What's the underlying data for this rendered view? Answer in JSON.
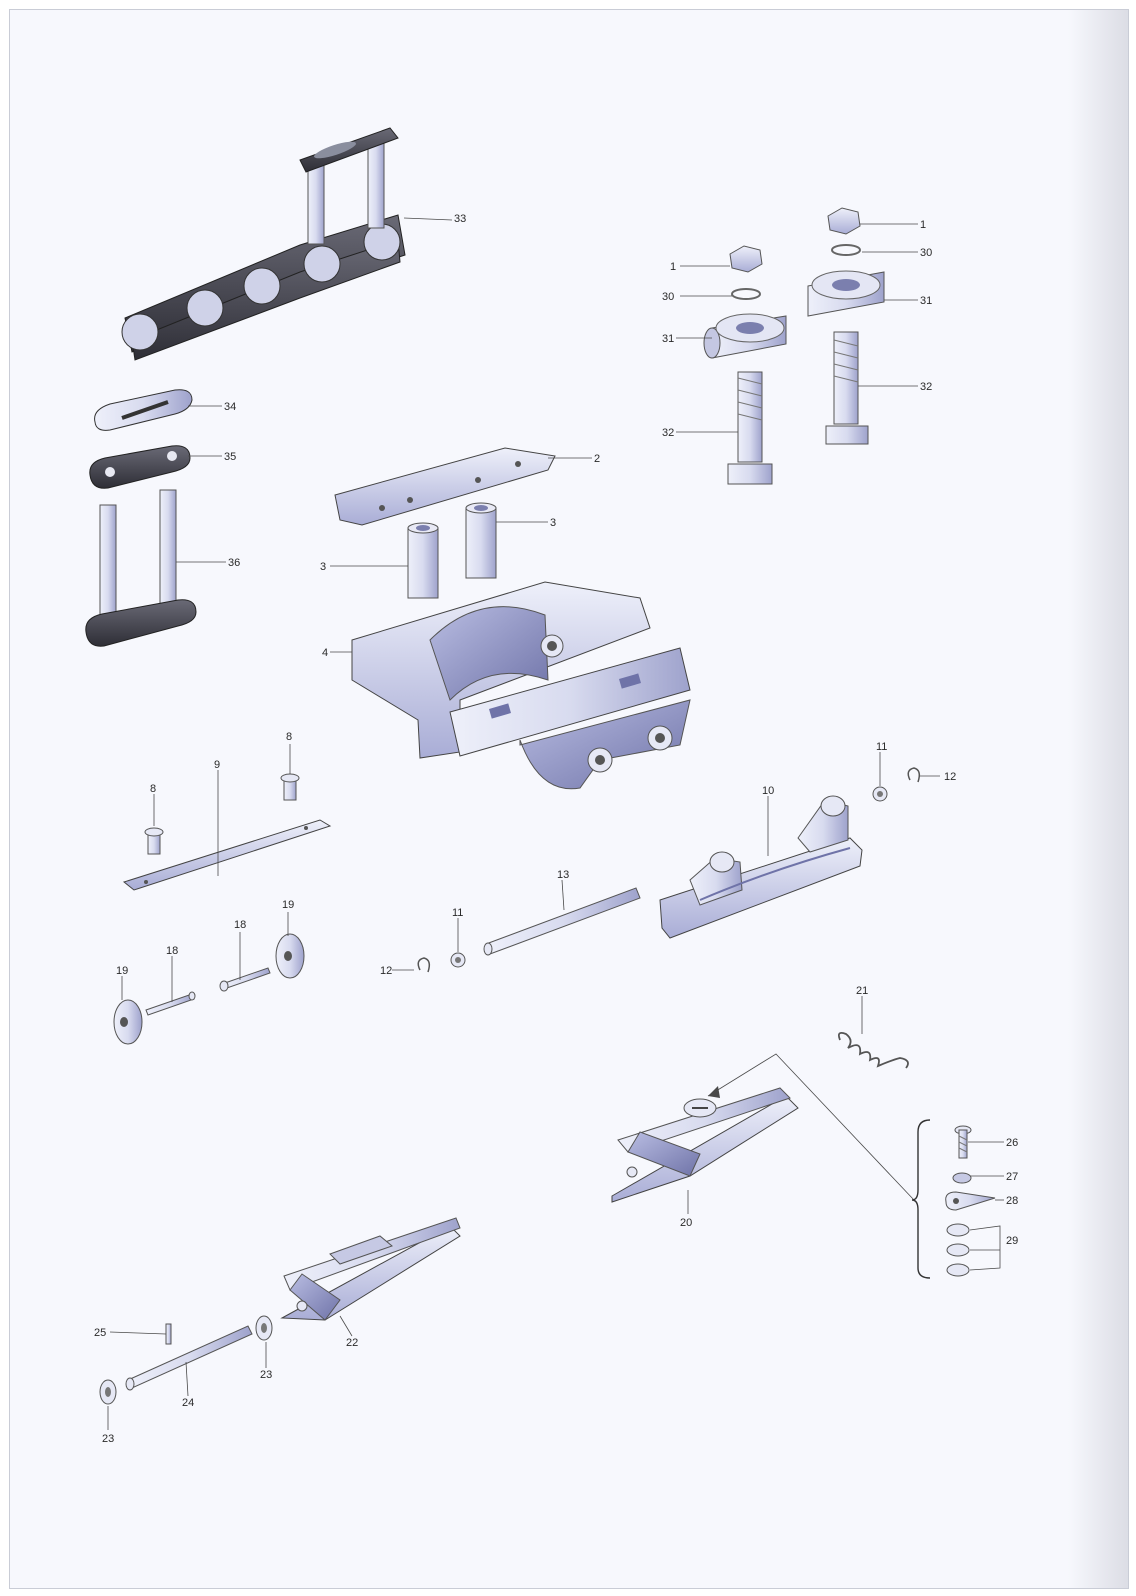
{
  "colors": {
    "page": "#f7f8fd",
    "metal_light": "#eef0fa",
    "metal_mid": "#c6c9e4",
    "metal_dark": "#6f73a8",
    "chain_dark": "#3a3a44",
    "line": "#4a4a4a"
  },
  "parts": [
    {
      "id": "p1a",
      "label": "1"
    },
    {
      "id": "p1b",
      "label": "1"
    },
    {
      "id": "p30a",
      "label": "30"
    },
    {
      "id": "p30b",
      "label": "30"
    },
    {
      "id": "p31a",
      "label": "31"
    },
    {
      "id": "p31b",
      "label": "31"
    },
    {
      "id": "p32a",
      "label": "32"
    },
    {
      "id": "p32b",
      "label": "32"
    },
    {
      "id": "p33",
      "label": "33"
    },
    {
      "id": "p34",
      "label": "34"
    },
    {
      "id": "p35",
      "label": "35"
    },
    {
      "id": "p36",
      "label": "36"
    },
    {
      "id": "p2",
      "label": "2"
    },
    {
      "id": "p3a",
      "label": "3"
    },
    {
      "id": "p3b",
      "label": "3"
    },
    {
      "id": "p4",
      "label": "4"
    },
    {
      "id": "p8a",
      "label": "8"
    },
    {
      "id": "p8b",
      "label": "8"
    },
    {
      "id": "p9",
      "label": "9"
    },
    {
      "id": "p10",
      "label": "10"
    },
    {
      "id": "p11a",
      "label": "11"
    },
    {
      "id": "p11b",
      "label": "11"
    },
    {
      "id": "p12a",
      "label": "12"
    },
    {
      "id": "p12b",
      "label": "12"
    },
    {
      "id": "p13",
      "label": "13"
    },
    {
      "id": "p18a",
      "label": "18"
    },
    {
      "id": "p18b",
      "label": "18"
    },
    {
      "id": "p19a",
      "label": "19"
    },
    {
      "id": "p19b",
      "label": "19"
    },
    {
      "id": "p20",
      "label": "20"
    },
    {
      "id": "p21",
      "label": "21"
    },
    {
      "id": "p22",
      "label": "22"
    },
    {
      "id": "p23a",
      "label": "23"
    },
    {
      "id": "p23b",
      "label": "23"
    },
    {
      "id": "p24",
      "label": "24"
    },
    {
      "id": "p25",
      "label": "25"
    },
    {
      "id": "p26",
      "label": "26"
    },
    {
      "id": "p27",
      "label": "27"
    },
    {
      "id": "p28",
      "label": "28"
    },
    {
      "id": "p29",
      "label": "29"
    }
  ]
}
